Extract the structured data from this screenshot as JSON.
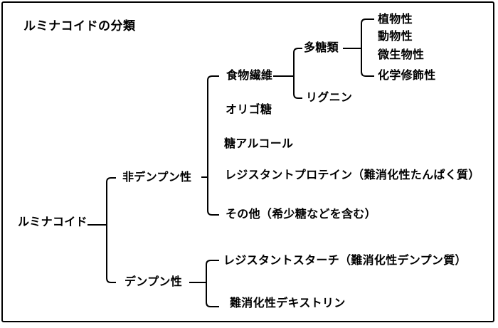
{
  "title": "ルミナコイドの分類",
  "nodes": {
    "root": "ルミナコイド",
    "non_starch": "非デンプン性",
    "starch": "デンプン性",
    "dietary_fiber": "食物繊維",
    "oligosaccharides": "オリゴ糖",
    "sugar_alcohols": "糖アルコール",
    "resistant_protein": "レジスタントプロテイン（難消化性たんぱく質）",
    "others": "その他（希少糖などを含む）",
    "polysaccharides": "多糖類",
    "lignin": "リグニン",
    "plant": "植物性",
    "animal": "動物性",
    "microbial": "微生物性",
    "chemically_modified": "化学修飾性",
    "resistant_starch": "レジスタントスターチ（難消化性デンプン質）",
    "indigestible_dextrin": "難消化性デキストリン"
  },
  "colors": {
    "background": "#ffffff",
    "text": "#000000",
    "line": "#000000",
    "border": "#000000"
  }
}
